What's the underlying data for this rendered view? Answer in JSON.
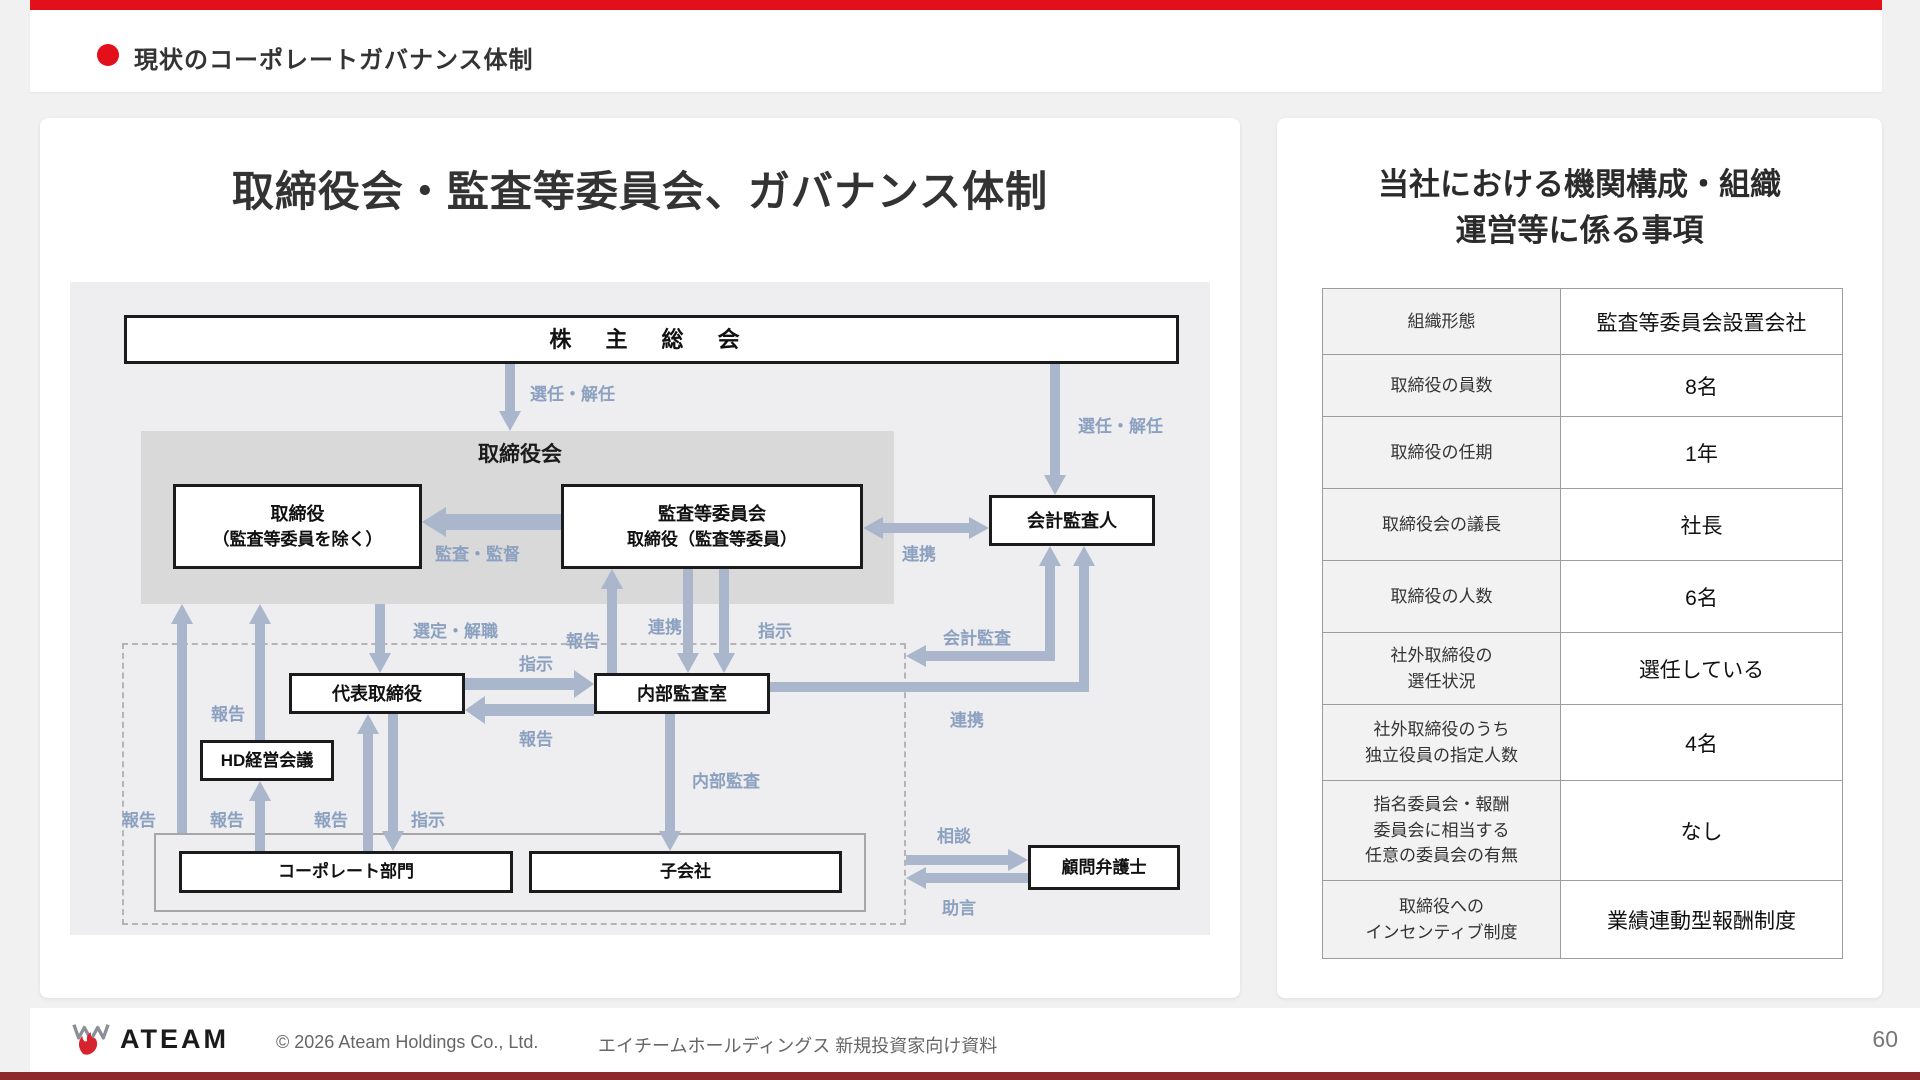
{
  "colors": {
    "accent_red": "#E3101C",
    "bottom_bar": "#8E282C",
    "arrow": "#AAB6CB",
    "arrow_label": "#8CA1C0",
    "board_panel_gray": "#D9D9D9",
    "diagram_bg": "#EEEEF0"
  },
  "header": {
    "title": "現状のコーポレートガバナンス体制"
  },
  "left_panel": {
    "title": "取締役会・監査等委員会、ガバナンス体制",
    "nodes": {
      "shareholders": "株 主 総 会",
      "board": "取締役会",
      "directors_line1": "取締役",
      "directors_line2": "（監査等委員を除く）",
      "committee_line1": "監査等委員会",
      "committee_line2": "取締役（監査等委員）",
      "accounting_auditor": "会計監査人",
      "representative_director": "代表取締役",
      "internal_audit_office": "内部監査室",
      "hd_meeting": "HD経営会議",
      "corporate_dept": "コーポレート部門",
      "subsidiary": "子会社",
      "legal_advisor": "顧問弁護士"
    },
    "edge_labels": {
      "appoint_dismiss": "選任・解任",
      "audit_supervise": "監査・監督",
      "cooperation": "連携",
      "report": "報告",
      "instruct": "指示",
      "select_dismiss": "選定・解職",
      "internal_audit": "内部監査",
      "accounting_audit": "会計監査",
      "consult": "相談",
      "advise": "助言"
    }
  },
  "right_panel": {
    "title_line1": "当社における機関構成・組織",
    "title_line2": "運営等に係る事項",
    "table": {
      "rows": [
        {
          "label": "組織形態",
          "value": "監査等委員会設置会社"
        },
        {
          "label": "取締役の員数",
          "value": "8名"
        },
        {
          "label": "取締役の任期",
          "value": "1年"
        },
        {
          "label": "取締役会の議長",
          "value": "社長"
        },
        {
          "label": "取締役の人数",
          "value": "6名"
        },
        {
          "label": "社外取締役の\n選任状況",
          "value": "選任している"
        },
        {
          "label": "社外取締役のうち\n独立役員の指定人数",
          "value": "4名"
        },
        {
          "label": "指名委員会・報酬\n委員会に相当する\n任意の委員会の有無",
          "value": "なし"
        },
        {
          "label": "取締役への\nインセンティブ制度",
          "value": "業績連動型報酬制度"
        }
      ]
    }
  },
  "footer": {
    "logo_text": "ATEAM",
    "copyright": "© 2026 Ateam Holdings Co., Ltd.",
    "doc_title": "エイチームホールディングス 新規投資家向け資料",
    "page_number": "60"
  }
}
